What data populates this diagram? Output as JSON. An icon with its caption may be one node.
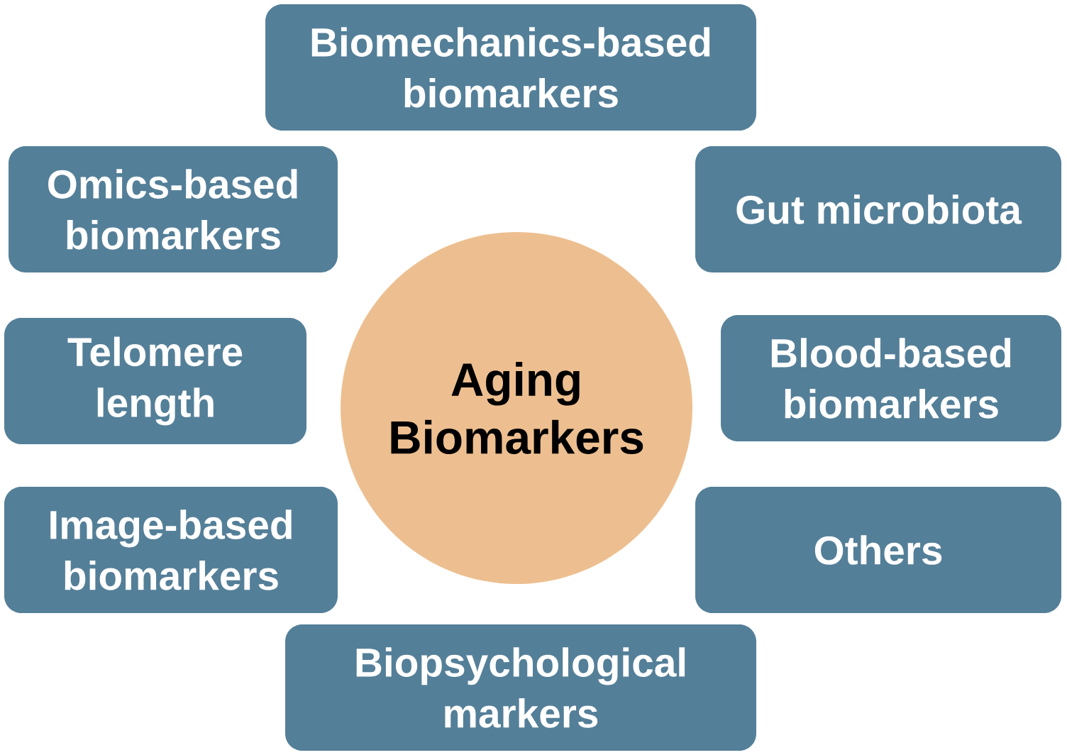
{
  "diagram": {
    "nodes": [
      {
        "text": [
          "Biomechanics-based biomarkers"
        ]
      },
      {
        "text": [
          "Omics-based biomarkers"
        ]
      },
      {
        "text": [
          "Gut microbiota"
        ]
      },
      {
        "text": [
          "Telomere length"
        ]
      },
      {
        "text": [
          "Aging Biomarkers"
        ]
      },
      {
        "text": [
          "Blood-based biomarkers"
        ]
      },
      {
        "text": [
          "Image-based biomarkers"
        ]
      },
      {
        "text": [
          "Others"
        ]
      },
      {
        "text": [
          "Biopsychological markers"
        ]
      }
    ]
  }
}
